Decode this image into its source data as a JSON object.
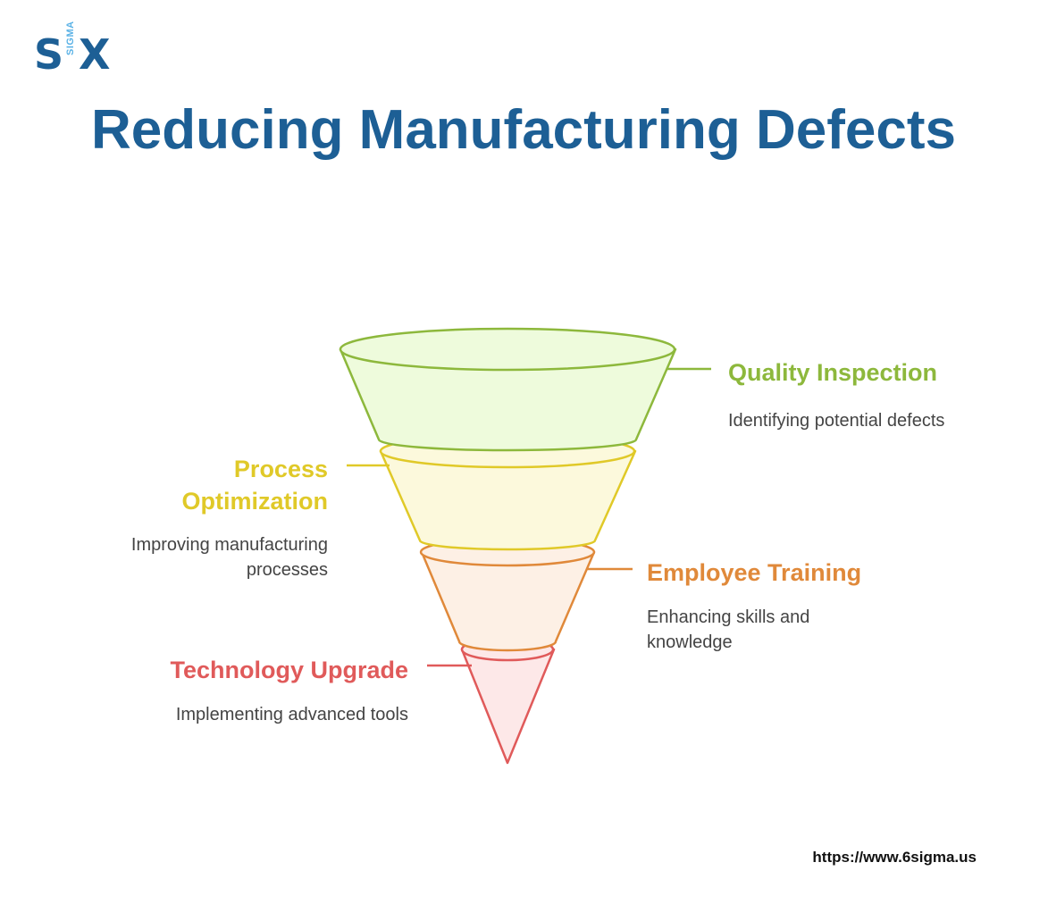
{
  "logo": {
    "letter_s": "S",
    "letter_x": "X",
    "sigma_text": "SIGMA"
  },
  "title": "Reducing Manufacturing Defects",
  "stages": [
    {
      "label": "Quality Inspection",
      "description": "Identifying potential defects",
      "color": "#8db83c",
      "fill": "#eefbdc"
    },
    {
      "label": "Process Optimization",
      "description": "Improving manufacturing processes",
      "color": "#e0c928",
      "fill": "#fcf9dc"
    },
    {
      "label": "Employee Training",
      "description": "Enhancing skills and knowledge",
      "color": "#e0893a",
      "fill": "#fdf0e5"
    },
    {
      "label": "Technology Upgrade",
      "description": "Implementing advanced tools",
      "color": "#e05a5a",
      "fill": "#fde8e8"
    }
  ],
  "url": "https://www.6sigma.us"
}
